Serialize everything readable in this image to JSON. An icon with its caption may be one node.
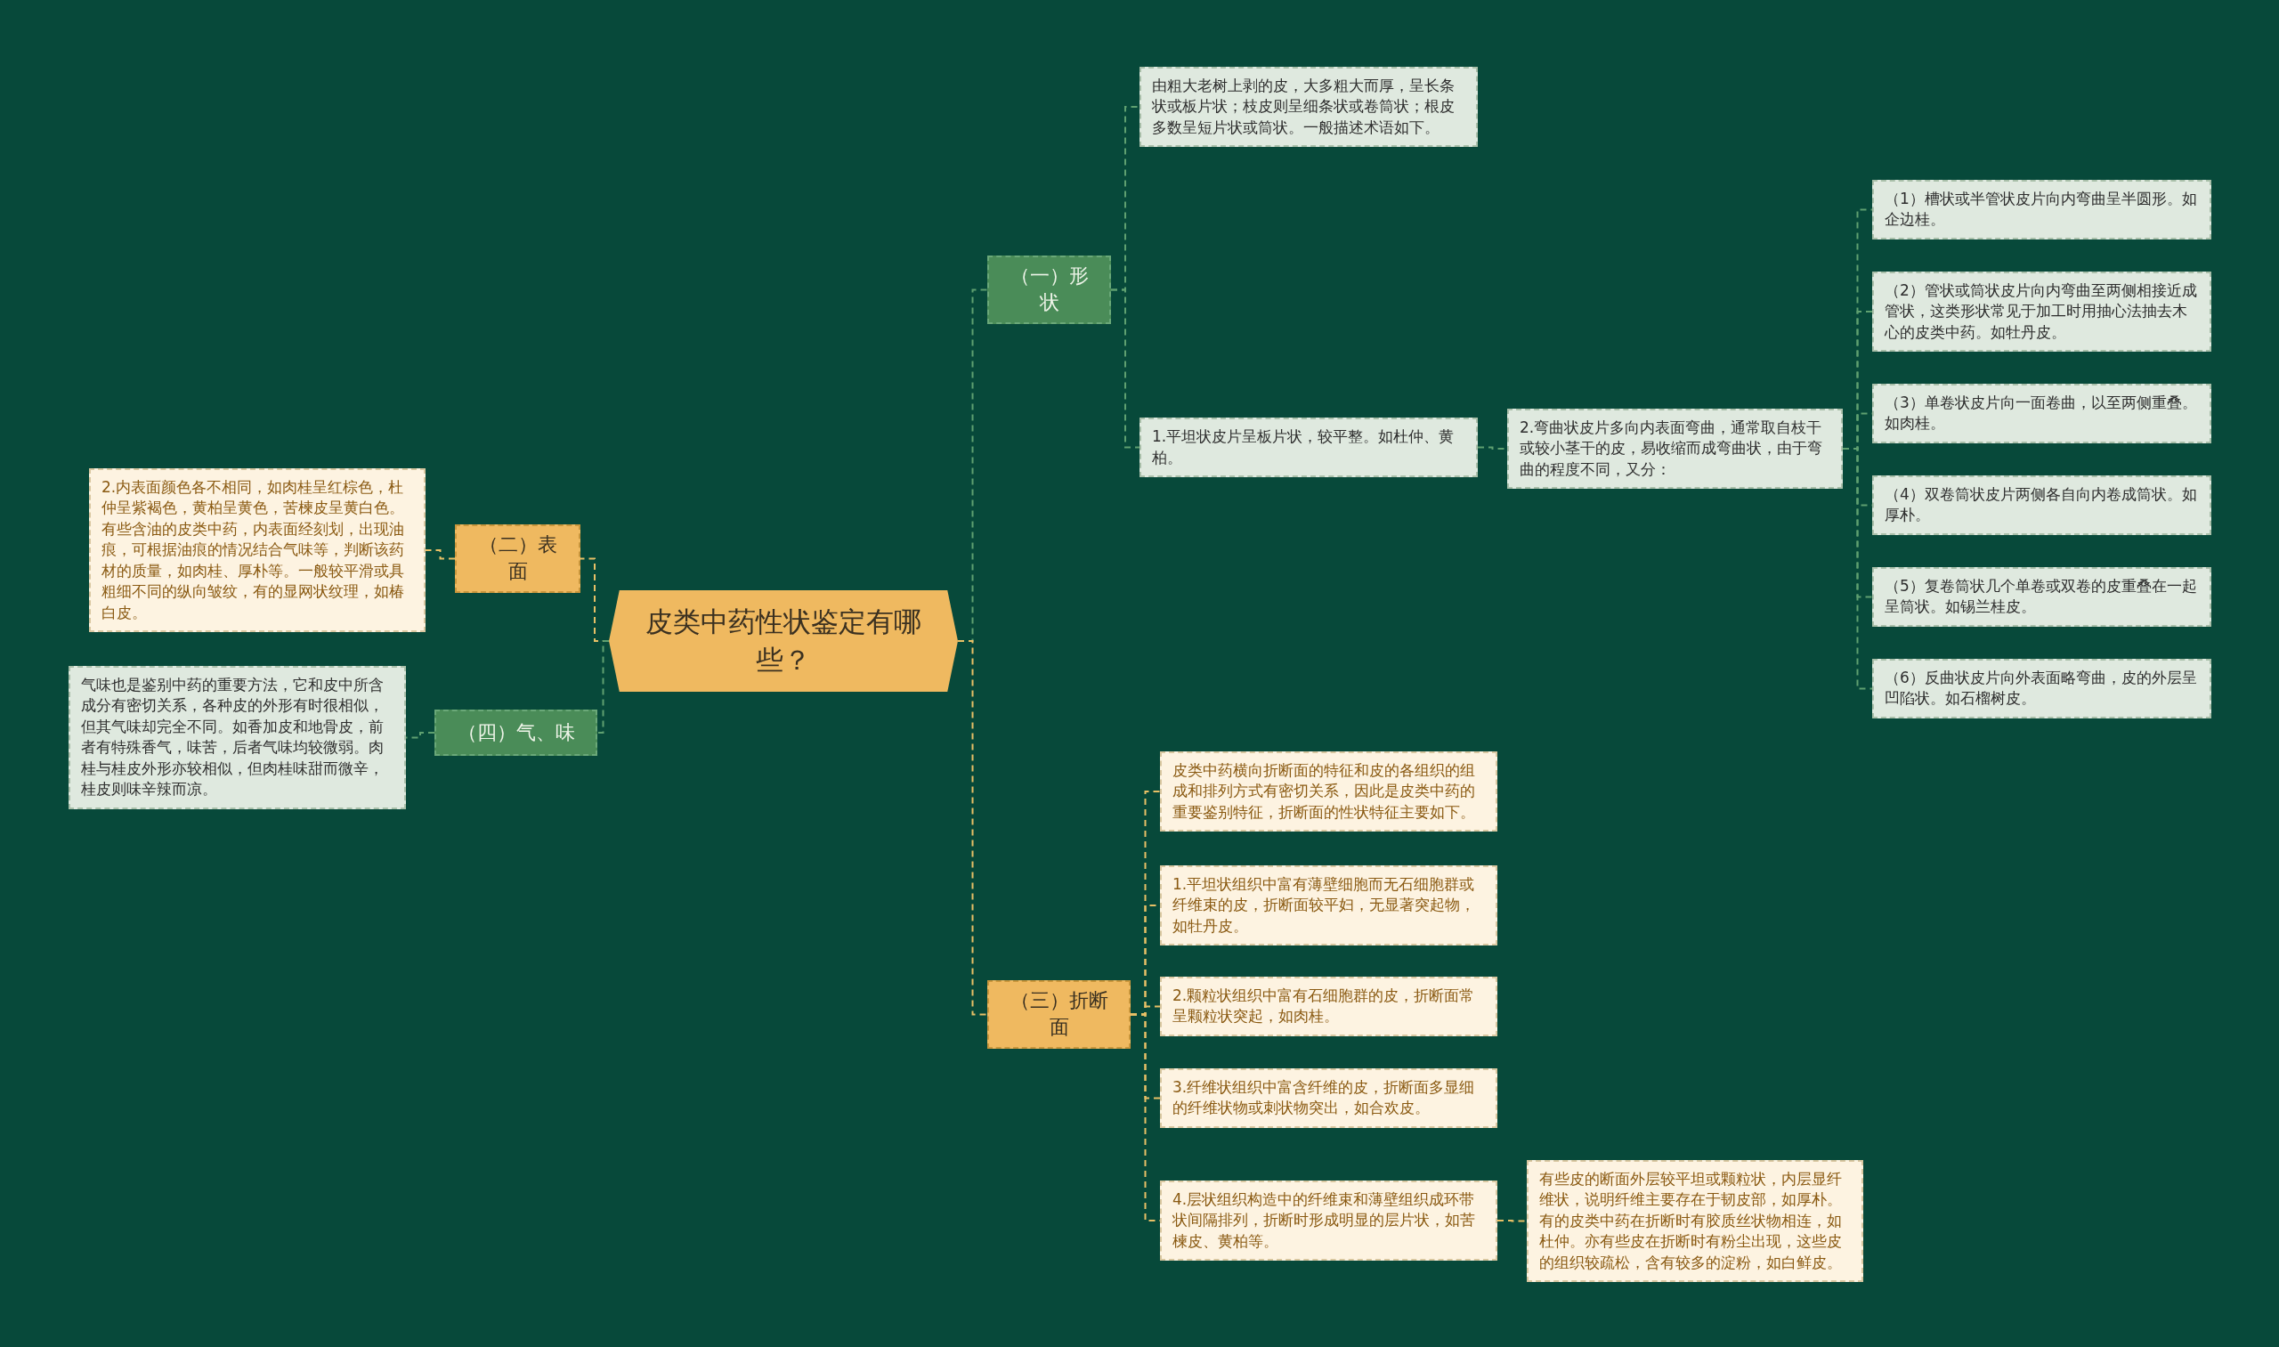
{
  "diagram": {
    "nodes": [
      {
        "text": [
          "皮类中药性状鉴定有哪些？"
        ]
      },
      {
        "text": [
          "（一）形状"
        ]
      },
      {
        "text": [
          "由粗大老树上剥的皮，大多粗大而厚，呈长条状或板片状；枝皮则呈细条状或卷筒状；根皮多数呈短片状或筒状。一般描述术语如下。"
        ]
      },
      {
        "text": [
          "1.平坦状皮片呈板片状，较平整。如杜仲、黄柏。"
        ]
      },
      {
        "text": [
          "2.弯曲状皮片多向内表面弯曲，通常取自枝干或较小茎干的皮，易收缩而成弯曲状，由于弯曲的程度不同，又分："
        ]
      },
      {
        "text": [
          "（1）槽状或半管状皮片向内弯曲呈半圆形。如企边桂。"
        ]
      },
      {
        "text": [
          "（2）管状或筒状皮片向内弯曲至两侧相接近成管状，这类形状常见于加工时用抽心法抽去木心的皮类中药。如牡丹皮。"
        ]
      },
      {
        "text": [
          "（3）单卷状皮片向一面卷曲，以至两侧重叠。如肉桂。"
        ]
      },
      {
        "text": [
          "（4）双卷筒状皮片两侧各自向内卷成筒状。如厚朴。"
        ]
      },
      {
        "text": [
          "（5）复卷筒状几个单卷或双卷的皮重叠在一起呈筒状。如锡兰桂皮。"
        ]
      },
      {
        "text": [
          "（6）反曲状皮片向外表面略弯曲，皮的外层呈凹陷状。如石榴树皮。"
        ]
      },
      {
        "text": [
          "（二）表面"
        ]
      },
      {
        "text": [
          "2.内表面颜色各不相同，如肉桂呈红棕色，杜仲呈紫褐色，黄柏呈黄色，苦楝皮呈黄白色。有些含油的皮类中药，内表面经刻划，出现油痕，可根据油痕的情况结合气味等，判断该药材的质量，如肉桂、厚朴等。一般较平滑或具粗细不同的纵向皱纹，有的显网状纹理，如椿白皮。"
        ]
      },
      {
        "text": [
          "（三）折断面"
        ]
      },
      {
        "text": [
          "皮类中药横向折断面的特征和皮的各组织的组成和排列方式有密切关系，因此是皮类中药的重要鉴别特征，折断面的性状特征主要如下。"
        ]
      },
      {
        "text": [
          "1.平坦状组织中富有薄壁细胞而无石细胞群或纤维束的皮，折断面较平妇，无显著突起物，如牡丹皮。"
        ]
      },
      {
        "text": [
          "2.颗粒状组织中富有石细胞群的皮，折断面常呈颗粒状突起，如肉桂。"
        ]
      },
      {
        "text": [
          "3.纤维状组织中富含纤维的皮，折断面多显细的纤维状物或刺状物突出，如合欢皮。"
        ]
      },
      {
        "text": [
          "4.层状组织构造中的纤维束和薄壁组织成环带状间隔排列，折断时形成明显的层片状，如苦楝皮、黄柏等。"
        ]
      },
      {
        "text": [
          "有些皮的断面外层较平坦或颗粒状，内层显纤维状，说明纤维主要存在于韧皮部，如厚朴。有的皮类中药在折断时有胶质丝状物相连，如杜仲。亦有些皮在折断时有粉尘出现，这些皮的组织较疏松，含有较多的淀粉，如白鲜皮。"
        ]
      },
      {
        "text": [
          "（四）气、味"
        ]
      },
      {
        "text": [
          "气味也是鉴别中药的重要方法，它和皮中所含成分有密切关系，各种皮的外形有时很相似，但其气味却完全不同。如香加皮和地骨皮，前者有特殊香气，味苦，后者气味均较微弱。肉桂与桂皮外形亦较相似，但肉桂味甜而微辛，桂皮则味辛辣而凉。"
        ]
      }
    ],
    "edges": [
      {
        "from": 0,
        "to": 1,
        "arrow": "none",
        "style": "dashed"
      },
      {
        "from": 1,
        "to": 2,
        "arrow": "none",
        "style": "dashed"
      },
      {
        "from": 1,
        "to": 3,
        "arrow": "none",
        "style": "dashed"
      },
      {
        "from": 3,
        "to": 4,
        "arrow": "none",
        "style": "dashed"
      },
      {
        "from": 4,
        "to": 5,
        "arrow": "none",
        "style": "dashed"
      },
      {
        "from": 4,
        "to": 6,
        "arrow": "none",
        "style": "dashed"
      },
      {
        "from": 4,
        "to": 7,
        "arrow": "none",
        "style": "dashed"
      },
      {
        "from": 4,
        "to": 8,
        "arrow": "none",
        "style": "dashed"
      },
      {
        "from": 4,
        "to": 9,
        "arrow": "none",
        "style": "dashed"
      },
      {
        "from": 4,
        "to": 10,
        "arrow": "none",
        "style": "dashed"
      },
      {
        "from": 0,
        "to": 11,
        "arrow": "none",
        "style": "dashed",
        "color": "#e8c066"
      },
      {
        "from": 11,
        "to": 12,
        "arrow": "none",
        "style": "dashed",
        "color": "#e8c066"
      },
      {
        "from": 0,
        "to": 13,
        "arrow": "none",
        "style": "dashed",
        "color": "#e8c066"
      },
      {
        "from": 13,
        "to": 14,
        "arrow": "none",
        "style": "dashed",
        "color": "#e8c066"
      },
      {
        "from": 13,
        "to": 15,
        "arrow": "none",
        "style": "dashed",
        "color": "#e8c066"
      },
      {
        "from": 13,
        "to": 16,
        "arrow": "none",
        "style": "dashed",
        "color": "#e8c066"
      },
      {
        "from": 13,
        "to": 17,
        "arrow": "none",
        "style": "dashed",
        "color": "#e8c066"
      },
      {
        "from": 13,
        "to": 18,
        "arrow": "none",
        "style": "dashed",
        "color": "#e8c066"
      },
      {
        "from": 18,
        "to": 19,
        "arrow": "none",
        "style": "dashed",
        "color": "#e8c066"
      },
      {
        "from": 0,
        "to": 20,
        "arrow": "none",
        "style": "dashed"
      },
      {
        "from": 20,
        "to": 21,
        "arrow": "none",
        "style": "dashed"
      }
    ]
  }
}
